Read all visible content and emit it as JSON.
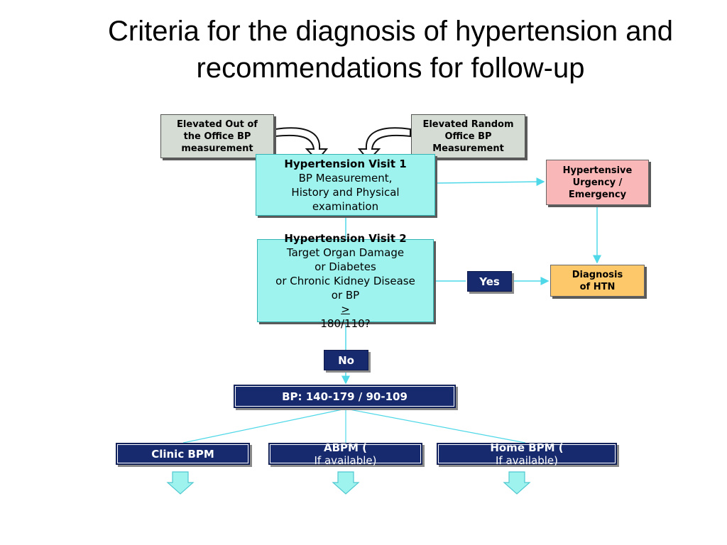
{
  "title_line1": "Criteria for the diagnosis of hypertension and",
  "title_line2": "recommendations for follow-up",
  "box_out_office": [
    "Elevated Out of",
    "the Office BP",
    "measurement"
  ],
  "box_random_office": [
    "Elevated Random",
    "Office BP",
    "Measurement"
  ],
  "visit1": {
    "heading": "Hypertension Visit 1",
    "lines": [
      "BP Measurement,",
      "History and Physical",
      "examination"
    ]
  },
  "urgency": [
    "Hypertensive",
    "Urgency /",
    "Emergency"
  ],
  "visit2": {
    "heading": "Hypertension Visit 2",
    "lines": [
      "Target Organ Damage",
      "or Diabetes",
      "or Chronic Kidney Disease"
    ],
    "last_prefix": "or BP ",
    "last_symbol": ">",
    "last_suffix": "180/110?"
  },
  "yes_label": "Yes",
  "no_label": "No",
  "diagnosis": [
    "Diagnosis",
    "of HTN"
  ],
  "bp_range": "BP: 140-179 / 90-109",
  "clinic_bpm": "Clinic BPM",
  "abpm": {
    "bold": "ABPM (",
    "normal": "If available)"
  },
  "home_bpm": {
    "bold": "Home BPM (",
    "normal": "If available)"
  },
  "colors": {
    "cyan_box": "#9ff3ee",
    "navy_box": "#172a6d",
    "urgency_box": "#f9b7b8",
    "diagnosis_box": "#fcc86a",
    "source_box": "#d4dcd3",
    "connector": "#4fd8e8"
  }
}
